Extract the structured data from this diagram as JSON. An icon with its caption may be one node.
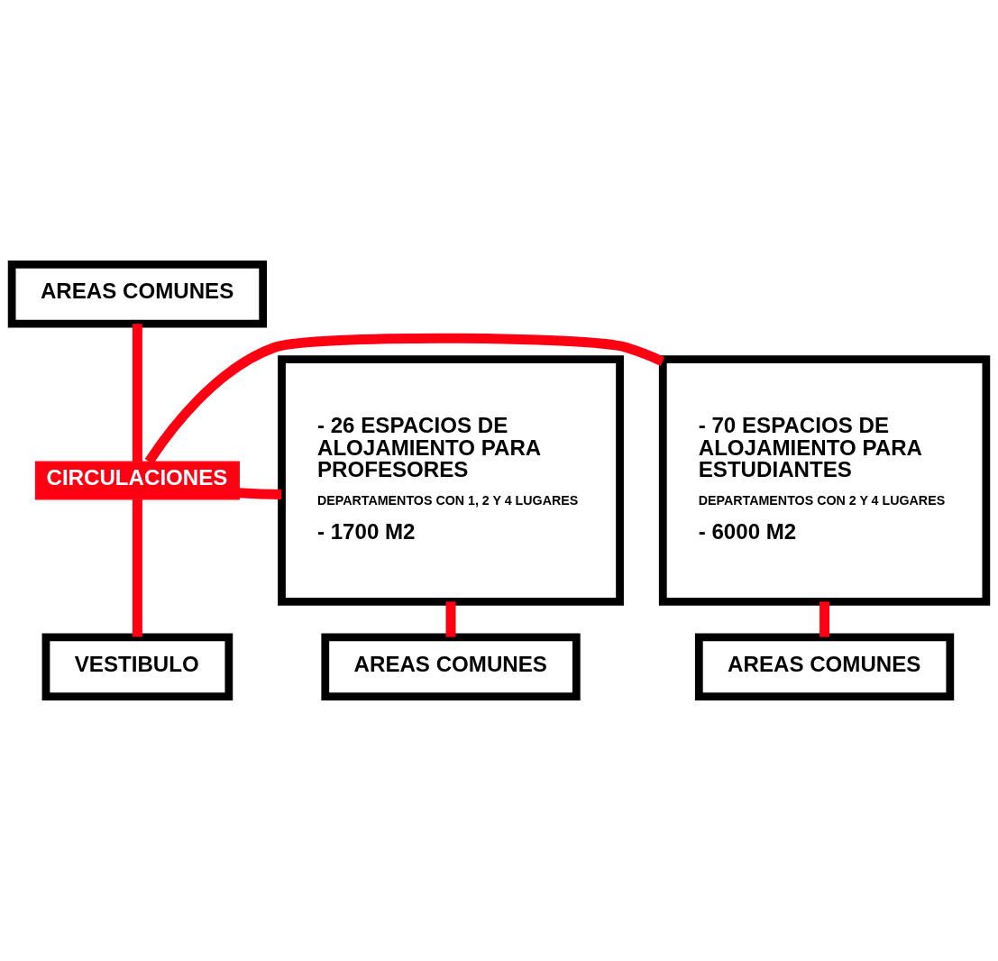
{
  "diagram": {
    "nodes": [
      {
        "text": [
          "AREAS COMUNES"
        ]
      },
      {
        "text": [
          "- 70 ESPACIOS DE ALOJAMIENTO PARA ESTUDIANTES",
          "DEPARTAMENTOS CON 2 Y 4 LUGARES",
          "- 6000 M2"
        ]
      },
      {
        "text": [
          "CIRCULACIONES"
        ]
      },
      {
        "text": [
          "- 26 ESPACIOS DE ALOJAMIENTO PARA PROFESORES",
          "DEPARTAMENTOS CON 1, 2 Y 4 LUGARES",
          "- 1700 M2"
        ]
      },
      {
        "text": [
          "AREAS COMUNES"
        ]
      },
      {
        "text": [
          "AREAS COMUNES"
        ]
      },
      {
        "text": [
          "VESTIBULO"
        ]
      }
    ],
    "edges": [
      {
        "from": 0,
        "to": 2,
        "arrow": "none"
      },
      {
        "from": 2,
        "to": 1,
        "arrow": "none"
      },
      {
        "from": 2,
        "to": 3,
        "arrow": "none"
      },
      {
        "from": 1,
        "to": 4,
        "arrow": "none"
      },
      {
        "from": 3,
        "to": 5,
        "arrow": "none"
      },
      {
        "from": 2,
        "to": 6,
        "arrow": "none"
      }
    ]
  }
}
